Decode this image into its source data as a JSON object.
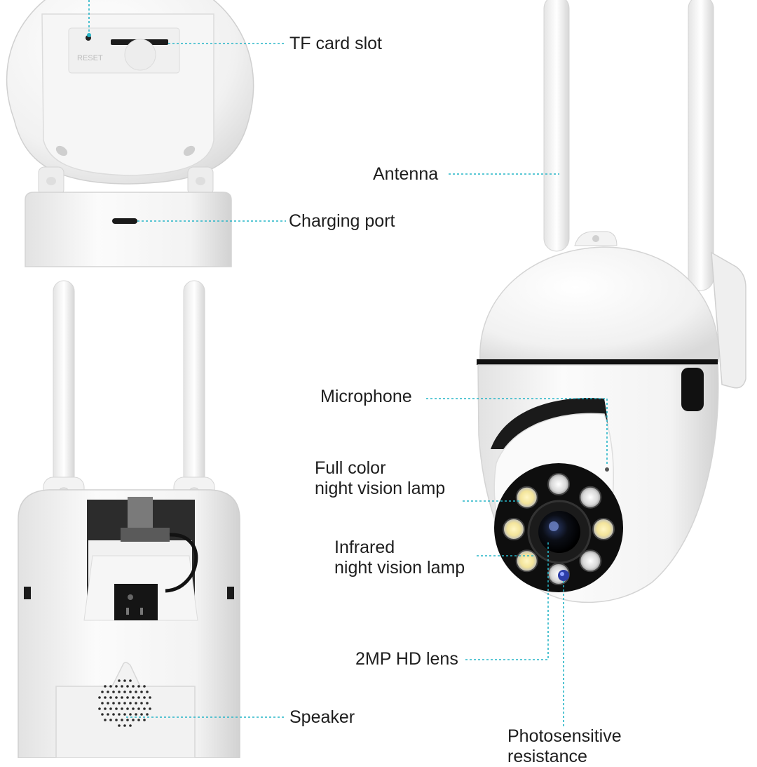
{
  "callouts": {
    "tf_card_slot": "TF card slot",
    "antenna": "Antenna",
    "charging_port": "Charging port",
    "microphone": "Microphone",
    "full_color_lamp": [
      "Full color",
      "night vision lamp"
    ],
    "infrared_lamp": [
      "Infrared",
      "night vision lamp"
    ],
    "lens": "2MP HD lens",
    "speaker": "Speaker",
    "photosensitive": [
      "Photosensitive",
      "resistance"
    ]
  },
  "engravings": {
    "reset": "RESET"
  },
  "colors": {
    "leader_line": "#27b5c7",
    "device_body": "#f4f4f4",
    "label_text": "#1e1e1e"
  }
}
